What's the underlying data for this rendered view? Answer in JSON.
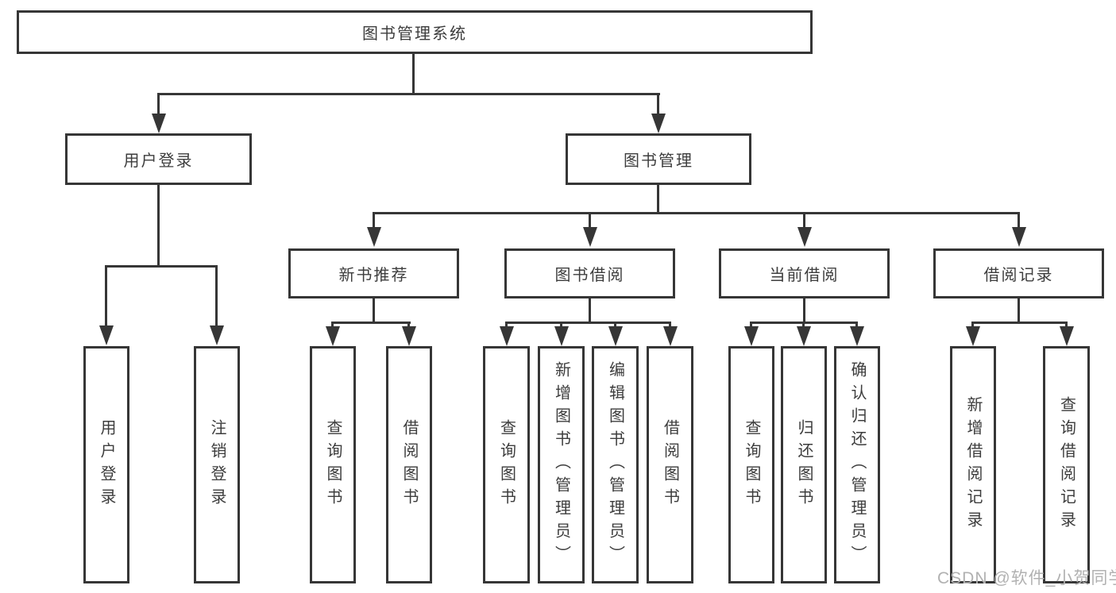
{
  "tree": {
    "label": "图书管理系统",
    "children": [
      {
        "label": "用户登录",
        "children": [
          {
            "label": "用户登录"
          },
          {
            "label": "注销登录"
          }
        ]
      },
      {
        "label": "图书管理",
        "children": [
          {
            "label": "新书推荐",
            "children": [
              {
                "label": "查询图书"
              },
              {
                "label": "借阅图书"
              }
            ]
          },
          {
            "label": "图书借阅",
            "children": [
              {
                "label": "查询图书"
              },
              {
                "label": "新增图书（管理员）"
              },
              {
                "label": "编辑图书（管理员）"
              },
              {
                "label": "借阅图书"
              }
            ]
          },
          {
            "label": "当前借阅",
            "children": [
              {
                "label": "查询图书"
              },
              {
                "label": "归还图书"
              },
              {
                "label": "确认归还（管理员）"
              }
            ]
          },
          {
            "label": "借阅记录",
            "children": [
              {
                "label": "新增借阅记录"
              },
              {
                "label": "查询借阅记录"
              }
            ]
          }
        ]
      }
    ]
  },
  "watermark": {
    "text": "CSDN @软件_小贺同学"
  },
  "colors": {
    "line": "#363636",
    "text": "#3d3d3d",
    "watermark": "#b1b1b1",
    "background": "#ffffff"
  }
}
